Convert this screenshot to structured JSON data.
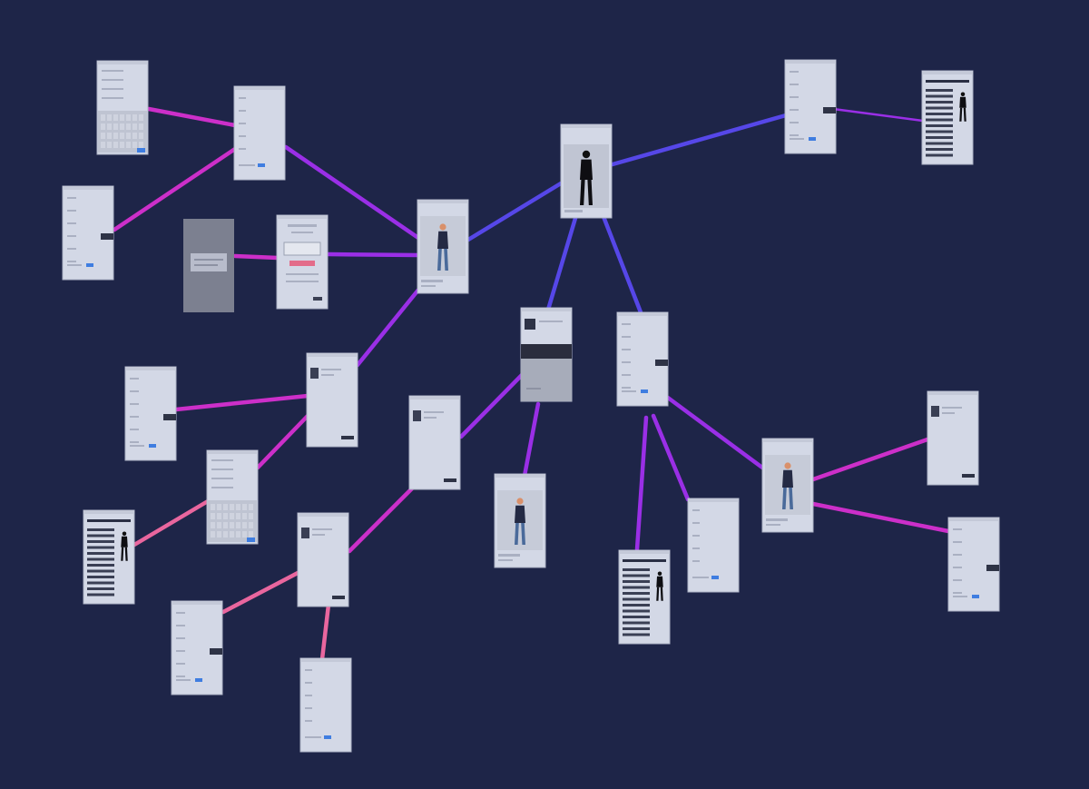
{
  "colors": {
    "background": "#1e2548",
    "screen_light": "#d3d8e6",
    "screen_dark": "#7c8090",
    "edge_blue": "#5647e8",
    "edge_violet": "#9a2fe6",
    "edge_magenta": "#cc2fc9",
    "edge_pink": "#e9669e"
  },
  "nodes": [
    {
      "id": "root",
      "kind": "photo-dark"
    },
    {
      "id": "r1",
      "kind": "form"
    },
    {
      "id": "r2",
      "kind": "product-list"
    },
    {
      "id": "m1",
      "kind": "photo"
    },
    {
      "id": "s1",
      "kind": "blank"
    },
    {
      "id": "s2",
      "kind": "keyboard"
    },
    {
      "id": "s3",
      "kind": "form"
    },
    {
      "id": "d1",
      "kind": "modal"
    },
    {
      "id": "d2",
      "kind": "dialog-grey"
    },
    {
      "id": "c1",
      "kind": "cart"
    },
    {
      "id": "c2",
      "kind": "form"
    },
    {
      "id": "c3",
      "kind": "keyboard"
    },
    {
      "id": "c4",
      "kind": "product-list"
    },
    {
      "id": "e1",
      "kind": "cart"
    },
    {
      "id": "e2",
      "kind": "form"
    },
    {
      "id": "e3",
      "kind": "blank"
    },
    {
      "id": "n1",
      "kind": "banner"
    },
    {
      "id": "n2",
      "kind": "cart"
    },
    {
      "id": "n3",
      "kind": "photo"
    },
    {
      "id": "n4",
      "kind": "form"
    },
    {
      "id": "p1",
      "kind": "product-list"
    },
    {
      "id": "p2",
      "kind": "blank"
    },
    {
      "id": "p3",
      "kind": "photo"
    },
    {
      "id": "p4",
      "kind": "cart"
    },
    {
      "id": "p5",
      "kind": "form"
    }
  ],
  "edges": [
    {
      "from": "root",
      "to": "r1",
      "color": "edge_blue"
    },
    {
      "from": "r1",
      "to": "r2",
      "color": "edge_violet"
    },
    {
      "from": "root",
      "to": "m1",
      "color": "edge_blue"
    },
    {
      "from": "root",
      "to": "n1",
      "color": "edge_blue"
    },
    {
      "from": "root",
      "to": "n4",
      "color": "edge_blue"
    },
    {
      "from": "m1",
      "to": "s1",
      "color": "edge_violet"
    },
    {
      "from": "s1",
      "to": "s2",
      "color": "edge_magenta"
    },
    {
      "from": "s1",
      "to": "s3",
      "color": "edge_magenta"
    },
    {
      "from": "m1",
      "to": "d1",
      "color": "edge_violet"
    },
    {
      "from": "d1",
      "to": "d2",
      "color": "edge_magenta"
    },
    {
      "from": "m1",
      "to": "c1",
      "color": "edge_violet"
    },
    {
      "from": "c1",
      "to": "c2",
      "color": "edge_magenta"
    },
    {
      "from": "c1",
      "to": "c3",
      "color": "edge_magenta"
    },
    {
      "from": "c3",
      "to": "c4",
      "color": "edge_pink"
    },
    {
      "from": "n1",
      "to": "n2",
      "color": "edge_violet"
    },
    {
      "from": "n1",
      "to": "n3",
      "color": "edge_violet"
    },
    {
      "from": "n2",
      "to": "e1",
      "color": "edge_magenta"
    },
    {
      "from": "e1",
      "to": "e2",
      "color": "edge_pink"
    },
    {
      "from": "e1",
      "to": "e3",
      "color": "edge_pink"
    },
    {
      "from": "n4",
      "to": "p1",
      "color": "edge_violet"
    },
    {
      "from": "n4",
      "to": "p2",
      "color": "edge_violet"
    },
    {
      "from": "n4",
      "to": "p3",
      "color": "edge_violet"
    },
    {
      "from": "p3",
      "to": "p4",
      "color": "edge_magenta"
    },
    {
      "from": "p3",
      "to": "p5",
      "color": "edge_magenta"
    }
  ]
}
